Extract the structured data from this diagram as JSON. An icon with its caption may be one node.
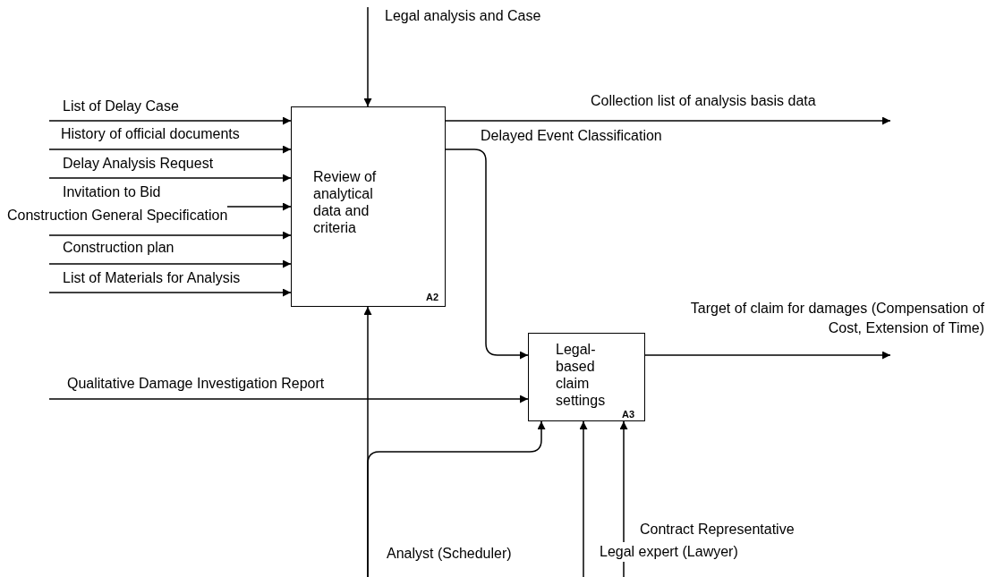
{
  "diagram": {
    "nodes": [
      {
        "text": [
          "Review of analytical data and criteria",
          "A2"
        ]
      },
      {
        "text": [
          "Legal-based claim settings",
          "A3"
        ]
      }
    ],
    "edges": [
      {
        "from": null,
        "to": 0,
        "arrow": "to",
        "label": "Legal analysis and Case"
      },
      {
        "from": null,
        "to": 0,
        "arrow": "to",
        "label": "List of Delay Case"
      },
      {
        "from": null,
        "to": 0,
        "arrow": "to",
        "label": "History of official documents"
      },
      {
        "from": null,
        "to": 0,
        "arrow": "to",
        "label": "Delay Analysis Request"
      },
      {
        "from": null,
        "to": 0,
        "arrow": "to",
        "label": "Invitation to Bid"
      },
      {
        "from": null,
        "to": 0,
        "arrow": "to",
        "label": "Construction General Specification"
      },
      {
        "from": null,
        "to": 0,
        "arrow": "to",
        "label": "Construction plan"
      },
      {
        "from": null,
        "to": 0,
        "arrow": "to",
        "label": "List of Materials for Analysis"
      },
      {
        "from": 0,
        "to": null,
        "arrow": "to",
        "label": "Collection list of analysis basis data"
      },
      {
        "from": 0,
        "to": 1,
        "arrow": "to",
        "label": "Delayed Event Classification"
      },
      {
        "from": null,
        "to": 1,
        "arrow": "to",
        "label": "Qualitative Damage Investigation Report"
      },
      {
        "from": null,
        "to": 0,
        "arrow": "to",
        "label": "Analyst (Scheduler)"
      },
      {
        "from": null,
        "to": 1,
        "arrow": "to"
      },
      {
        "from": null,
        "to": 1,
        "arrow": "to",
        "label": "Legal expert (Lawyer)"
      },
      {
        "from": null,
        "to": 1,
        "arrow": "to",
        "label": "Contract Representative"
      },
      {
        "from": 1,
        "to": null,
        "arrow": "to",
        "label": "Target of claim for damages (Compensation of Cost, Extension of Time)"
      }
    ]
  }
}
